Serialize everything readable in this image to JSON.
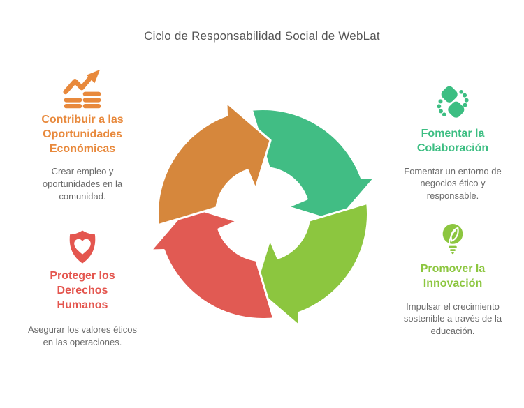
{
  "title": "Ciclo de Responsabilidad Social de WebLat",
  "items": [
    {
      "name": "economic-opportunities",
      "icon": "growth-chart-icon",
      "heading": "Contribuir a las Oportunidades Económicas",
      "body": "Crear empleo y oportunidades en la comunidad.",
      "color": "#E8893C"
    },
    {
      "name": "human-rights",
      "icon": "shield-heart-icon",
      "heading": "Proteger los Derechos Humanos",
      "body": "Asegurar los valores éticos en las operaciones.",
      "color": "#E4564F"
    },
    {
      "name": "collaboration",
      "icon": "handshake-icon",
      "heading": "Fomentar la Colaboración",
      "body": "Fomentar un entorno de negocios ético y responsable.",
      "color": "#3CBE82"
    },
    {
      "name": "innovation",
      "icon": "lightbulb-leaf-icon",
      "heading": "Promover la Innovación",
      "body": "Impulsar el crecimiento sostenible a través de la educación.",
      "color": "#8CC63F"
    }
  ],
  "cycle": {
    "direction": "clockwise",
    "segments": [
      {
        "name": "collaboration",
        "position": "top-right",
        "color": "#41BD84"
      },
      {
        "name": "innovation",
        "position": "bottom-right",
        "color": "#8CC63F"
      },
      {
        "name": "human-rights",
        "position": "bottom-left",
        "color": "#E15A53"
      },
      {
        "name": "economic-opportunities",
        "position": "top-left",
        "color": "#D6873C"
      }
    ]
  }
}
